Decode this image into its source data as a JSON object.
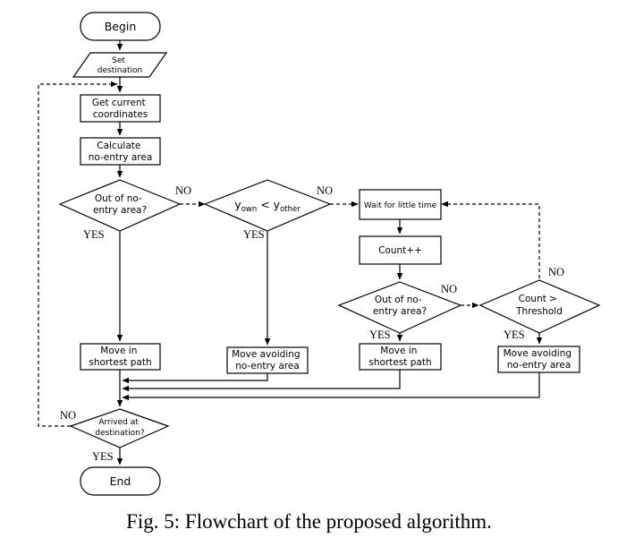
{
  "nodes": {
    "begin": "Begin",
    "set_destination": [
      "Set",
      "destination"
    ],
    "get_coordinates": [
      "Get current",
      "coordinates"
    ],
    "calc_area": [
      "Calculate",
      "no-entry area"
    ],
    "out_of_area_1": [
      "Out of no-",
      "entry area?"
    ],
    "compare": {
      "y1": "y",
      "sub1": "own",
      "op": " < ",
      "y2": "y",
      "sub2": "other"
    },
    "wait": "Wait for little time",
    "count": "Count++",
    "out_of_area_2": [
      "Out of no-",
      "entry area?"
    ],
    "threshold": [
      "Count >",
      "Threshold"
    ],
    "shortest_1": [
      "Move in",
      "shortest path"
    ],
    "avoid_1": [
      "Move avoiding",
      "no-entry area"
    ],
    "shortest_2": [
      "Move in",
      "shortest path"
    ],
    "avoid_2": [
      "Move avoiding",
      "no-entry area"
    ],
    "arrived": [
      "Arrived at",
      "destination?"
    ],
    "end": "End"
  },
  "labels": {
    "yes": "YES",
    "no": "NO"
  },
  "caption": "Fig. 5: Flowchart of the proposed algorithm."
}
